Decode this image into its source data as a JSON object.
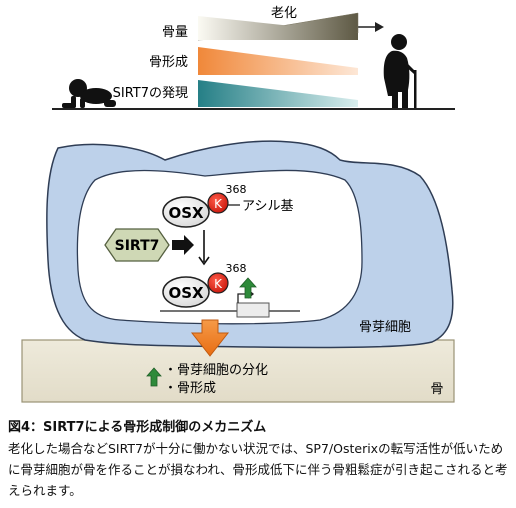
{
  "aging": {
    "label": "老化",
    "rows": [
      {
        "label": "骨量"
      },
      {
        "label": "骨形成"
      },
      {
        "label": "SIRT7の発現"
      }
    ]
  },
  "mechanism": {
    "osx_top": "OSX",
    "k_top": "K",
    "pos_top": "368",
    "acyl_label": "アシル基",
    "sirt7": "SIRT7",
    "osx_bottom": "OSX",
    "k_bottom": "K",
    "pos_bottom": "368",
    "osteoblast": "骨芽細胞",
    "bone": "骨",
    "outcome1": "・骨芽細胞の分化",
    "outcome2": "・骨形成"
  },
  "caption": {
    "title": "図4：SIRT7による骨形成制御のメカニズム",
    "body": "老化した場合などSIRT7が十分に働かない状況では、SP7/Osterixの転写活性が低いために骨芽細胞が骨を作ることが損なわれ、骨形成低下に伴う骨粗鬆症が引き起こされると考えられます。"
  },
  "colors": {
    "bone_mass": "#6b6650",
    "bone_formation": "#f0883a",
    "sirt7_expression": "#2f8f94",
    "cell_fill": "#bdd1ea",
    "bone_fill": "#e9e5d6",
    "arrow_orange": "#f07a1e",
    "green_arrow": "#2e8a3a",
    "lysine_red": "#e02a1c",
    "sirt7_hex": "#cfd8b5"
  }
}
